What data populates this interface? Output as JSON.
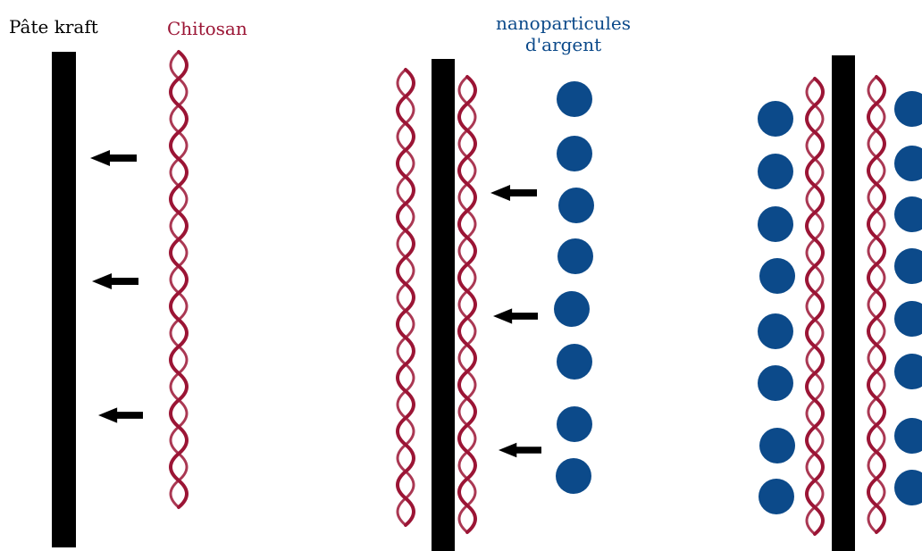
{
  "labels": {
    "pulp": "Pâte kraft",
    "chitosan": "Chitosan",
    "silver_line1": "nanoparticules",
    "silver_line2": "d'argent"
  },
  "colors": {
    "pulp": "#000000",
    "chitosan": "#9b1535",
    "silver": "#0c4a8a",
    "arrow": "#000000"
  },
  "stages": [
    {
      "name": "stage-1",
      "pulp_label": "Pâte kraft",
      "chitosan_label": "Chitosan",
      "arrows": 3
    },
    {
      "name": "stage-2",
      "silver_label": "nanoparticules d'argent",
      "arrows": 3
    },
    {
      "name": "stage-3",
      "arrows": 0
    }
  ]
}
